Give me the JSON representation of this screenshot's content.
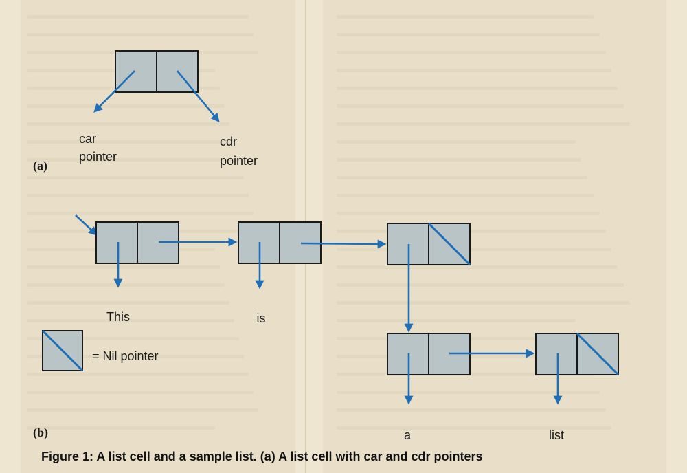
{
  "figure": {
    "tag_a": "(a)",
    "tag_b": "(b)",
    "car_pointer": [
      "car",
      "pointer"
    ],
    "cdr_pointer": [
      "cdr",
      "pointer"
    ],
    "list_words": [
      "This",
      "is",
      "a",
      "list"
    ],
    "legend_label": "= Nil pointer",
    "caption": "Figure 1: A list cell and a sample list. (a) A list cell with car and cdr pointers"
  },
  "colors": {
    "cell_fill": "#b9c4c6",
    "cell_stroke": "#1a1a1a",
    "arrow": "#1f6fb8",
    "paper": "#efe6d2"
  }
}
